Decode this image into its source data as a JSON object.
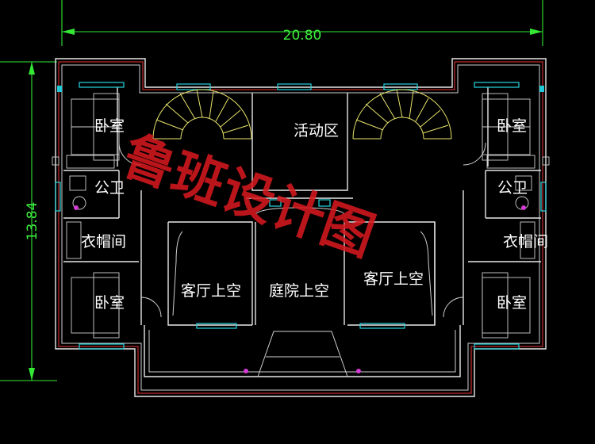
{
  "dimensions": {
    "width_label": "20.80",
    "height_label": "13.84"
  },
  "rooms": {
    "bedroom_top_left": "卧室",
    "bedroom_top_right": "卧室",
    "bedroom_bottom_left": "卧室",
    "bedroom_bottom_right": "卧室",
    "bath_left": "公卫",
    "bath_right": "公卫",
    "closet_left": "衣帽间",
    "closet_right": "衣帽间",
    "activity_area": "活动区",
    "living_void_left": "客厅上空",
    "living_void_right": "客厅上空",
    "courtyard_void": "庭院上空"
  },
  "watermark": "鲁班设计图",
  "colors": {
    "background": "#000000",
    "walls": "#e8e8e8",
    "dimension": "#34e834",
    "window": "#25d4e0",
    "stair": "#e7e36a",
    "watermark": "#d8191e"
  }
}
